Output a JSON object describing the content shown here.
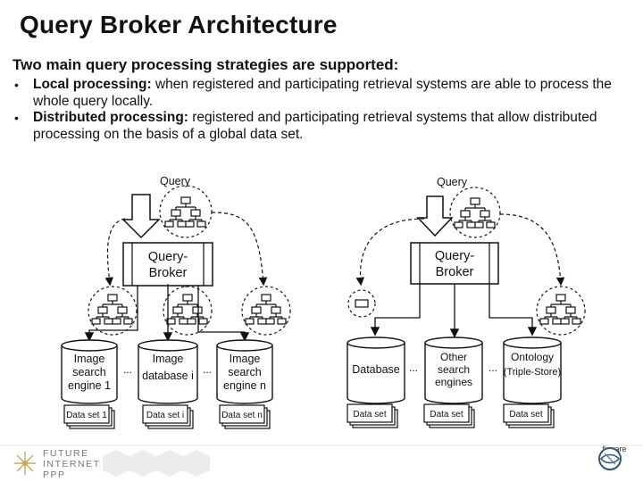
{
  "page": {
    "title": "Query Broker Architecture",
    "subtitle": "Two main query processing strategies are supported:",
    "bullets": [
      {
        "term": "Local processing:",
        "text": " when registered and participating retrieval systems are able to process the whole query locally."
      },
      {
        "term": "Distributed processing:",
        "text": " registered and participating retrieval systems that allow distributed processing on the basis of a global data set."
      }
    ]
  },
  "diagram_left": {
    "query_label": "Query",
    "broker_line1": "Query-",
    "broker_line2": "Broker",
    "engines": [
      {
        "lines": [
          "Image",
          "search",
          "engine 1"
        ],
        "dataset": "Data set 1"
      },
      {
        "lines": [
          "Image",
          "database i"
        ],
        "dataset": "Data set i"
      },
      {
        "lines": [
          "Image",
          "search",
          "engine n"
        ],
        "dataset": "Data set n"
      }
    ],
    "ellipsis": "..."
  },
  "diagram_right": {
    "query_label": "Query",
    "broker_line1": "Query-",
    "broker_line2": "Broker",
    "stores": [
      {
        "lines": [
          "Database"
        ],
        "dataset": "Data set"
      },
      {
        "lines": [
          "Other",
          "search",
          "engines"
        ],
        "dataset": "Data set"
      },
      {
        "lines": [
          "Ontology",
          "(Triple-Store)"
        ],
        "dataset": "Data set"
      }
    ],
    "ellipsis": "..."
  },
  "footer": {
    "future_internet_lines": [
      "FUTURE",
      "INTERNET",
      "PPP"
    ],
    "fiware_label": "fi-ware"
  },
  "colors": {
    "accent": "#111111",
    "cylinder_fill": "#ffffff",
    "footer_gray": "#777777"
  }
}
